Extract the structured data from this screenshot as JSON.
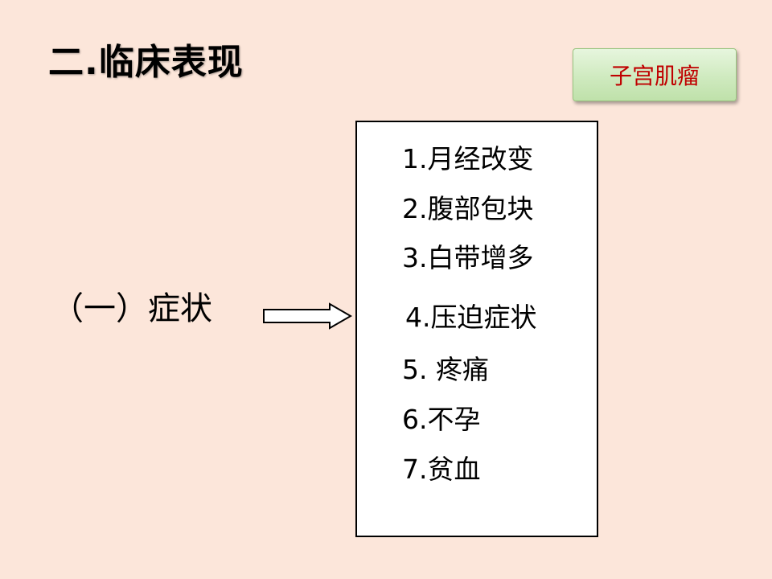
{
  "slide": {
    "title": "二.临床表现",
    "tag_label": "子宫肌瘤",
    "section_label": "（一）症状",
    "arrow_icon": "double-arrow-right-icon",
    "symptoms": [
      {
        "num": "1.",
        "text": "月经改变"
      },
      {
        "num": "2.",
        "text": "腹部包块"
      },
      {
        "num": "3.",
        "text": "白带增多"
      },
      {
        "num": "4.",
        "text": "压迫症状"
      },
      {
        "num": "5. ",
        "text": "疼痛"
      },
      {
        "num": "6.",
        "text": "不孕"
      },
      {
        "num": "7.",
        "text": "贫血"
      }
    ]
  },
  "colors": {
    "background": "#fce6da",
    "tag_text": "#c00000",
    "tag_fill": "#cfeabf"
  }
}
